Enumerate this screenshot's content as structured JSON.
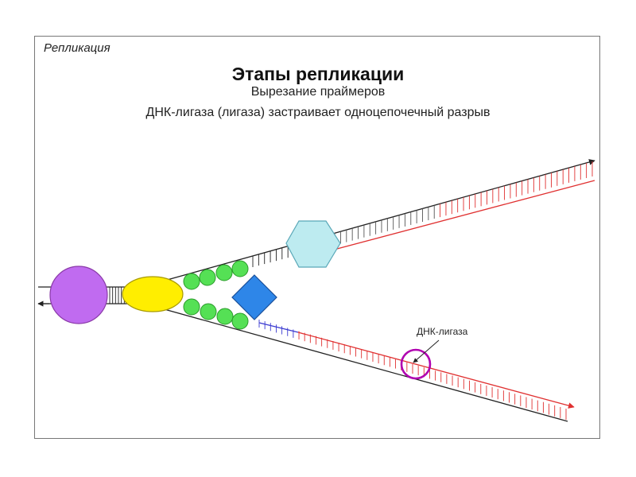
{
  "section_label": "Репликация",
  "title": "Этапы репликации",
  "subtitle_1": "Вырезание праймеров",
  "subtitle_2": "ДНК-лигаза (лигаза) застраивает одноцепочечный разрыв",
  "ligase_label": "ДНК-лигаза",
  "colors": {
    "template_strand": "#222222",
    "new_strand_red": "#e03030",
    "new_strand_blue": "#3a3ad0",
    "helicase": "#c06bf0",
    "topoisomerase": "#ffee00",
    "ssb_proteins": "#55e055",
    "primase": "#2e86e8",
    "polymerase": "#bdebf0",
    "ligase": "#b000b0"
  },
  "icons": [
    "helicase-circle",
    "topoisomerase-ellipse",
    "ssb-protein-circles",
    "primase-diamond",
    "polymerase-hexagon",
    "ligase-ring"
  ]
}
